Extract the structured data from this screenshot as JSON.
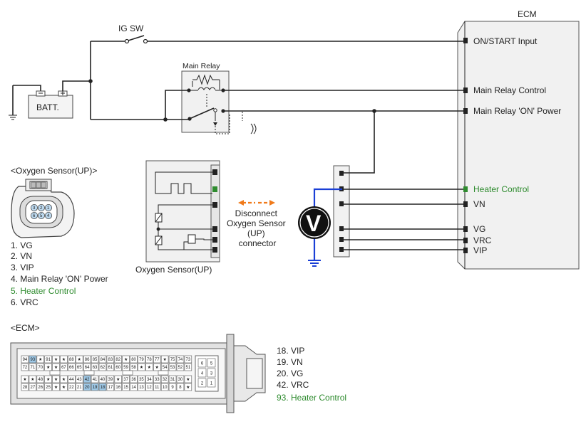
{
  "ecm": {
    "title": "ECM",
    "pins": [
      {
        "label": "ON/START Input",
        "color": "#222222"
      },
      {
        "label": "Main Relay Control",
        "color": "#222222"
      },
      {
        "label": "Main Relay 'ON' Power",
        "color": "#222222"
      },
      {
        "label": "Heater Control",
        "color": "#2e8b2e"
      },
      {
        "label": "VN",
        "color": "#222222"
      },
      {
        "label": "VG",
        "color": "#222222"
      },
      {
        "label": "VRC",
        "color": "#222222"
      },
      {
        "label": "VIP",
        "color": "#222222"
      }
    ]
  },
  "components": {
    "ig_sw": "IG SW",
    "battery": "BATT.",
    "main_relay": "Main Relay",
    "voltmeter": "V",
    "sensor_caption": "Oxygen Sensor(UP)"
  },
  "disconnect_note": [
    "Disconnect",
    "Oxygen Sensor",
    "(UP)",
    "connector"
  ],
  "oxygen_sensor_connector": {
    "title": "<Oxygen Sensor(UP)>",
    "pin_numbers": [
      "1",
      "2",
      "3",
      "4",
      "5",
      "6"
    ],
    "pin_list": [
      {
        "text": "1. VG",
        "highlight": false
      },
      {
        "text": "2. VN",
        "highlight": false
      },
      {
        "text": "3. VIP",
        "highlight": false
      },
      {
        "text": "4. Main Relay 'ON' Power",
        "highlight": false
      },
      {
        "text": "5. Heater Control",
        "highlight": true
      },
      {
        "text": "6. VRC",
        "highlight": false
      }
    ]
  },
  "ecm_connector": {
    "title": "<ECM>",
    "pin_list": [
      {
        "text": "18. VIP",
        "highlight": false
      },
      {
        "text": "19. VN",
        "highlight": false
      },
      {
        "text": "20. VG",
        "highlight": false
      },
      {
        "text": "42. VRC",
        "highlight": false
      },
      {
        "text": "93. Heater Control",
        "highlight": true
      }
    ],
    "row1": [
      "94",
      "93",
      "★",
      "91",
      "★",
      "★",
      "88",
      "★",
      "86",
      "85",
      "84",
      "83",
      "82",
      "★",
      "80",
      "79",
      "78",
      "77",
      "★",
      "75",
      "74",
      "73"
    ],
    "row2": [
      "72",
      "71",
      "70",
      "★",
      "★",
      "67",
      "66",
      "65",
      "64",
      "63",
      "62",
      "61",
      "60",
      "59",
      "58",
      "★",
      "★",
      "★",
      "54",
      "53",
      "52",
      "51"
    ],
    "row3": [
      "★",
      "★",
      "48",
      "★",
      "★",
      "★",
      "44",
      "43",
      "42",
      "41",
      "40",
      "39",
      "★",
      "37",
      "36",
      "35",
      "34",
      "33",
      "32",
      "31",
      "30",
      "★"
    ],
    "row4": [
      "28",
      "27",
      "26",
      "25",
      "★",
      "★",
      "22",
      "21",
      "20",
      "19",
      "18",
      "17",
      "16",
      "15",
      "14",
      "13",
      "12",
      "11",
      "10",
      "9",
      "8",
      "★"
    ],
    "side_pins": [
      "6",
      "5",
      "4",
      "3",
      "2",
      "1"
    ],
    "highlighted_pins": [
      "93",
      "42",
      "20",
      "19",
      "18"
    ]
  },
  "colors": {
    "accent_green": "#2e8b2e",
    "signal_blue": "#1a3fd6",
    "probe_orange": "#f07a1a",
    "pin_highlight": "#9ec8e6"
  }
}
